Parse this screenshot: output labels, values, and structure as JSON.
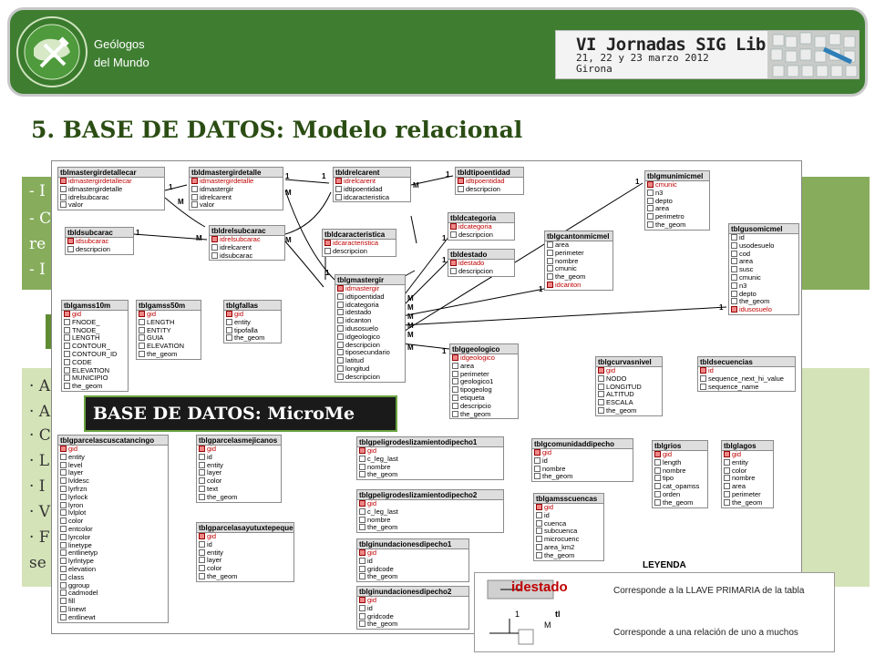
{
  "header": {
    "org_line1": "Geólogos",
    "org_line2": "del Mundo",
    "banner_title": "VI Jornadas SIG Libre",
    "banner_dates": "21, 22 y 23 marzo 2012",
    "banner_city": "Girona",
    "colors": {
      "header_bg": "#3f7e31",
      "title": "#2b4d14"
    }
  },
  "slide_title": "5. BASE DE DATOS: Modelo relacional",
  "bullets_top": [
    "- I",
    "- C",
    "re",
    "- I"
  ],
  "bullets_bottom": [
    "· A",
    "· A",
    "· C",
    "· L",
    "· I",
    "· V",
    "· F",
    "se"
  ],
  "overlay_label": "BASE DE DATOS: MicroMe",
  "diagram": {
    "tables": [
      {
        "name": "tblmastergirdetallecar",
        "fields": [
          "idmastergirdetallecar",
          "idmastergirdetalle",
          "idrelsubcarac",
          "valor"
        ],
        "pk": 0
      },
      {
        "name": "tbldmastergirdetalle",
        "fields": [
          "idmastergirdetalle",
          "idmastergir",
          "idrelcarent",
          "valor"
        ],
        "pk": 0
      },
      {
        "name": "tbldrelcarent",
        "fields": [
          "idrelcarent",
          "idtipoentidad",
          "idcaracteristica"
        ],
        "pk": 0
      },
      {
        "name": "tbldtipoentidad",
        "fields": [
          "idtipoentidad",
          "descripcion"
        ],
        "pk": 0
      },
      {
        "name": "tblgmunimicmel",
        "fields": [
          "cmunic",
          "n3",
          "depto",
          "area",
          "perimetro",
          "the_geom"
        ],
        "pk": 0
      },
      {
        "name": "tbldsubcarac",
        "fields": [
          "idsubcarac",
          "descripcion"
        ],
        "pk": 0
      },
      {
        "name": "tbldrelsubcarac",
        "fields": [
          "idrelsubcarac",
          "idrelcarent",
          "idsubcarac"
        ],
        "pk": 0
      },
      {
        "name": "tbldcaracteristica",
        "fields": [
          "idcaracteristica",
          "descripcion"
        ],
        "pk": 0
      },
      {
        "name": "tbldcategoria",
        "fields": [
          "idcategoria",
          "descripcion"
        ],
        "pk": 0
      },
      {
        "name": "tblgcantonmicmel",
        "fields": [
          "area",
          "perimeter",
          "nombre",
          "cmunic",
          "the_geom",
          "idcanton"
        ],
        "pk": 5
      },
      {
        "name": "tblgusomicmel",
        "fields": [
          "id",
          "usodesuelo",
          "cod",
          "area",
          "susc",
          "cmunic",
          "n3",
          "depto",
          "the_geom",
          "idusosuelo"
        ],
        "pk": 9
      },
      {
        "name": "tbldestado",
        "fields": [
          "idestado",
          "descripcion"
        ],
        "pk": 0
      },
      {
        "name": "tblgamss10m",
        "fields": [
          "gid",
          "FNODE_",
          "TNODE_",
          "LENGTH",
          "CONTOUR_",
          "CONTOUR_ID",
          "CODE",
          "ELEVATION",
          "MUNICIPIO",
          "the_geom"
        ],
        "pk": 0
      },
      {
        "name": "tblgamss50m",
        "fields": [
          "gid",
          "LENGTH",
          "ENTITY",
          "GUIA",
          "ELEVATION",
          "the_geom"
        ],
        "pk": 0
      },
      {
        "name": "tblgfallas",
        "fields": [
          "gid",
          "entity",
          "tipofalla",
          "the_geom"
        ],
        "pk": 0
      },
      {
        "name": "tblgmastergir",
        "fields": [
          "idmastergir",
          "idtipoentidad",
          "idcategoria",
          "idestado",
          "idcanton",
          "idusosuelo",
          "idgeologico",
          "descripcion",
          "tiposecundario",
          "latitud",
          "longitud",
          "descripcion"
        ],
        "pk": 0
      },
      {
        "name": "tblggeologico",
        "fields": [
          "idgeologico",
          "area",
          "perimeter",
          "geologico1",
          "tipogeolog",
          "etiqueta",
          "descripcio",
          "the_geom"
        ],
        "pk": 0
      },
      {
        "name": "tblgcurvasnivel",
        "fields": [
          "gid",
          "NODO",
          "LONGITUD",
          "ALTITUD",
          "ESCALA",
          "the_geom"
        ],
        "pk": 0
      },
      {
        "name": "tbldsecuencias",
        "fields": [
          "id",
          "sequence_next_hi_value",
          "sequence_name"
        ],
        "pk": 0
      },
      {
        "name": "tblgparcelascuscatancingo",
        "fields": [
          "gid",
          "entity",
          "level",
          "layer",
          "lvldesc",
          "lyrfrzn",
          "lyrlock",
          "lyron",
          "lvlplot",
          "color",
          "entcolor",
          "lyrcolor",
          "linetype",
          "entlinetyp",
          "lyrlntype",
          "elevation",
          "class",
          "ggroup",
          "cadmodel",
          "fill",
          "linewt",
          "entlinewt"
        ],
        "pk": 0
      },
      {
        "name": "tblgparcelasmejicanos",
        "fields": [
          "gid",
          "id",
          "entity",
          "layer",
          "color",
          "text",
          "the_geom"
        ],
        "pk": 0
      },
      {
        "name": "tblgparcelasayutuxtepeque",
        "fields": [
          "gid",
          "id",
          "entity",
          "layer",
          "color",
          "the_geom"
        ],
        "pk": 0
      },
      {
        "name": "tblgpeligrodeslizamientodipecho1",
        "fields": [
          "gid",
          "c_leg_last",
          "nombre",
          "the_geom"
        ],
        "pk": 0
      },
      {
        "name": "tblgpeligrodeslizamientodipecho2",
        "fields": [
          "gid",
          "c_leg_last",
          "nombre",
          "the_geom"
        ],
        "pk": 0
      },
      {
        "name": "tblginundacionesdipecho1",
        "fields": [
          "gid",
          "id",
          "gridcode",
          "the_geom"
        ],
        "pk": 0
      },
      {
        "name": "tblginundacionesdipecho2",
        "fields": [
          "gid",
          "id",
          "gridcode",
          "the_geom"
        ],
        "pk": 0
      },
      {
        "name": "tblgcomunidaddipecho",
        "fields": [
          "gid",
          "id",
          "nombre",
          "the_geom"
        ],
        "pk": 0
      },
      {
        "name": "tblgamsscuencas",
        "fields": [
          "gid",
          "id",
          "cuenca",
          "subcuenca",
          "microcuenc",
          "area_km2",
          "the_geom"
        ],
        "pk": 0
      },
      {
        "name": "tblgrios",
        "fields": [
          "gid",
          "length",
          "nombre",
          "tipo",
          "cat_opamss",
          "orden",
          "the_geom"
        ],
        "pk": 0
      },
      {
        "name": "tblglagos",
        "fields": [
          "gid",
          "entity",
          "color",
          "nombre",
          "area",
          "perimeter",
          "the_geom"
        ],
        "pk": 0
      }
    ],
    "card_one": "1",
    "card_many": "M"
  },
  "legend": {
    "title": "LEYENDA",
    "pk_sample": "idestado",
    "pk_text": "Corresponde a la LLAVE PRIMARIA de la tabla",
    "rel_table_fragment": "tl",
    "rel_one": "1",
    "rel_many": "M",
    "rel_text": "Corresponde a una relación de uno a muchos"
  }
}
